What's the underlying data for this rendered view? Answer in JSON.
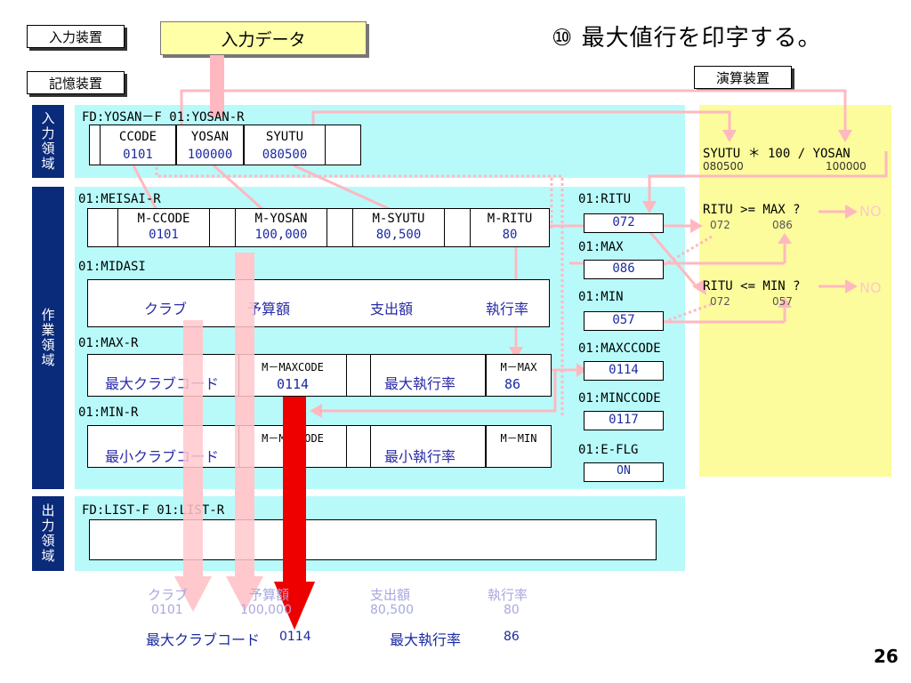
{
  "title": "⑩ 最大値行を印字する。",
  "labels": {
    "input_device": "入力装置",
    "input_data": "入力データ",
    "storage_device": "記憶装置",
    "arith_device": "演算装置",
    "area_input": "入力領域",
    "area_work": "作業領域",
    "area_output": "出力領域"
  },
  "input_area": {
    "fd": "FD:YOSAN－F  01:YOSAN-R",
    "fields": [
      {
        "name": "CCODE",
        "value": "0101"
      },
      {
        "name": "YOSAN",
        "value": "100000"
      },
      {
        "name": "SYUTU",
        "value": "080500"
      }
    ]
  },
  "meisai": {
    "record": "01:MEISAI-R",
    "fields": [
      {
        "name": "M-CCODE",
        "value": "0101"
      },
      {
        "name": "M-YOSAN",
        "value": "100,000"
      },
      {
        "name": "M-SYUTU",
        "value": "80,500"
      },
      {
        "name": "M-RITU",
        "value": "80"
      }
    ]
  },
  "midasi": {
    "record": "01:MIDASI",
    "cols": [
      "クラブ",
      "予算額",
      "支出額",
      "執行率"
    ]
  },
  "max_r": {
    "record": "01:MAX-R",
    "left_label": "最大クラブコード",
    "code_name": "M－MAXCODE",
    "code_value": "0114",
    "rate_label": "最大執行率",
    "max_name": "M－MAX",
    "max_value": "86"
  },
  "min_r": {
    "record": "01:MIN-R",
    "left_label": "最小クラブコード",
    "code_name": "M－MINCODE",
    "rate_label": "最小執行率",
    "min_name": "M－MIN"
  },
  "vars": [
    {
      "name": "01:RITU",
      "value": "072"
    },
    {
      "name": "01:MAX",
      "value": "086"
    },
    {
      "name": "01:MIN",
      "value": "057"
    },
    {
      "name": "01:MAXCCODE",
      "value": "0114"
    },
    {
      "name": "01:MINCCODE",
      "value": "0117"
    },
    {
      "name": "01:E-FLG",
      "value": "ON"
    }
  ],
  "arith": {
    "formula": "SYUTU ＊ 100 / YOSAN",
    "formula_a": "080500",
    "formula_b": "100000",
    "cmp_max": "RITU >= MAX ?",
    "cmp_max_a": "072",
    "cmp_max_b": "086",
    "cmp_min": "RITU <= MIN ?",
    "cmp_min_a": "072",
    "cmp_min_b": "057",
    "no": "NO"
  },
  "output_area": {
    "fd": "FD:LIST-F  01:LIST-R"
  },
  "printed": {
    "cols": [
      "クラブ",
      "予算額",
      "支出額",
      "執行率"
    ],
    "vals": [
      "0101",
      "100,000",
      "80,500",
      "80"
    ],
    "max_label": "最大クラブコード",
    "max_code": "0114",
    "rate_label": "最大執行率",
    "rate_value": "86"
  },
  "page_number": "26",
  "colors": {
    "cyan": "#b8fafa",
    "navy": "#0a2a7a",
    "yellow": "#fcfc9c",
    "pink": "#ffb8c0",
    "red": "#ee0000",
    "blue_text": "#1a2aa0"
  }
}
